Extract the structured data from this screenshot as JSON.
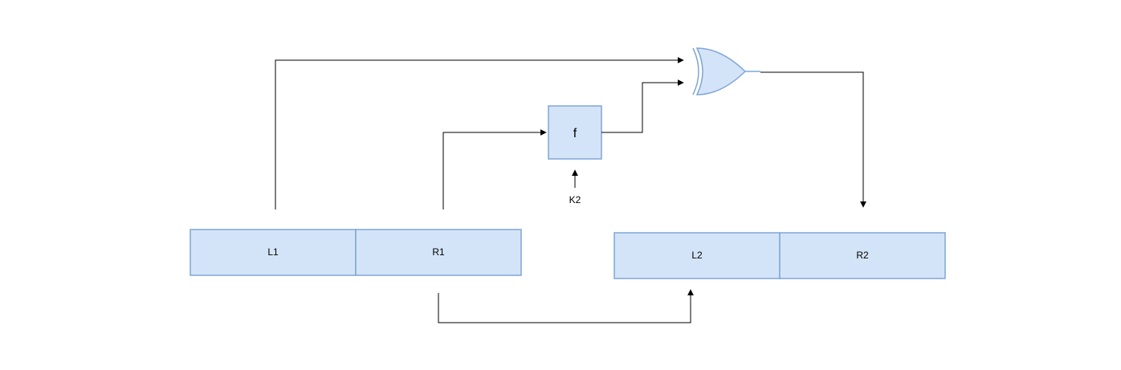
{
  "blocks": {
    "l1": "L1",
    "r1": "R1",
    "l2": "L2",
    "r2": "R2",
    "f": "f"
  },
  "key_label": "K2",
  "gate": "xor-gate-icon",
  "colors": {
    "block_fill": "#d4e4f8",
    "block_stroke": "#7ea6d6",
    "wire": "#000000",
    "background": "#ffffff"
  }
}
